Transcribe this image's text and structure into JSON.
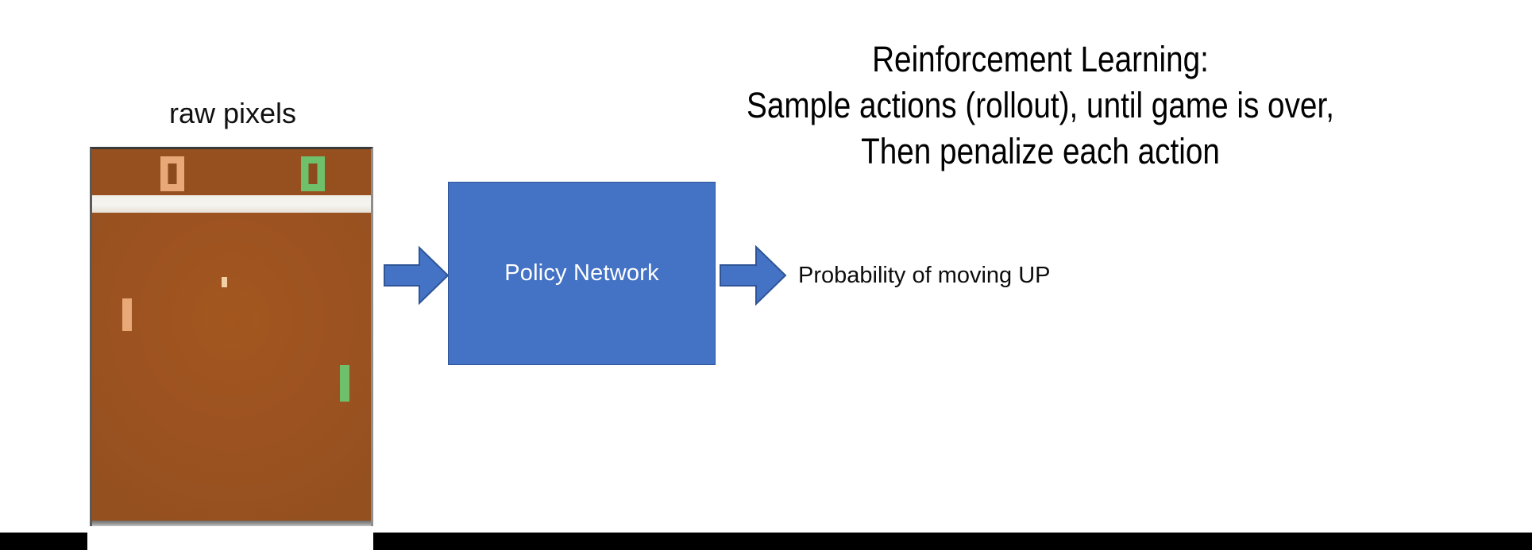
{
  "heading": {
    "lines": [
      "Reinforcement Learning:",
      "Sample actions (rollout), until game is over,",
      "Then penalize each action"
    ]
  },
  "pong": {
    "caption": "raw pixels",
    "score_left": "0",
    "score_right": "0",
    "colors": {
      "background": "#9c5221",
      "divider": "#f2efe9",
      "left_player": "#e8a877",
      "right_player": "#6fc06a",
      "ball": "#f2cfa4"
    }
  },
  "diagram": {
    "policy_box_label": "Policy Network",
    "output_label": "Probability of moving UP",
    "arrow_in_name": "input-arrow",
    "arrow_out_name": "output-arrow",
    "colors": {
      "box_fill": "#4472c4",
      "box_stroke": "#2f5597",
      "arrow_fill": "#4472c4",
      "arrow_stroke": "#2f5597",
      "box_text": "#ffffff"
    }
  },
  "footer": {
    "bar_color": "#000000"
  }
}
